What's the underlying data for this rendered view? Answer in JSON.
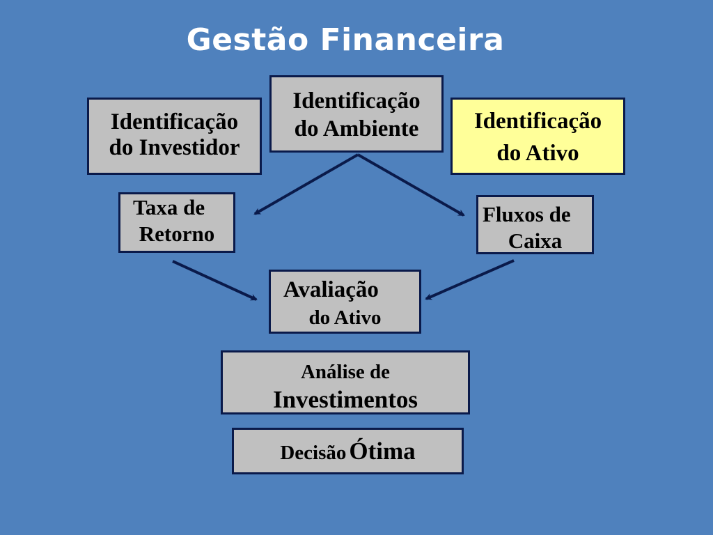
{
  "title": "Gestão Financeira",
  "colors": {
    "background": "#4f81bd",
    "box_fill": "#c0c0c0",
    "highlight_fill": "#ffff99",
    "border": "#0a1a4a",
    "arrow": "#0a1a4a",
    "title_text": "#ffffff"
  },
  "nodes": {
    "investidor": {
      "line1": "Identificação",
      "line2": "do Investidor"
    },
    "ambiente": {
      "line1": "Identificação",
      "line2": "do Ambiente"
    },
    "ativo": {
      "line1": "Identificação",
      "line2": "do Ativo"
    },
    "taxa": {
      "line1": "Taxa de",
      "line2": "Retorno"
    },
    "fluxos": {
      "line1": "Fluxos de",
      "line2": "Caixa"
    },
    "avaliacao": {
      "line1": "Avaliação",
      "line2": "do Ativo"
    },
    "analise": {
      "line1": "Análise de",
      "line2": "Investimentos"
    },
    "decisao": {
      "part1": "Decisão",
      "part2": "Ótima"
    }
  },
  "edges": [
    {
      "from": "ambiente",
      "to": "taxa"
    },
    {
      "from": "ambiente",
      "to": "fluxos"
    },
    {
      "from": "taxa",
      "to": "avaliacao"
    },
    {
      "from": "fluxos",
      "to": "avaliacao"
    }
  ]
}
